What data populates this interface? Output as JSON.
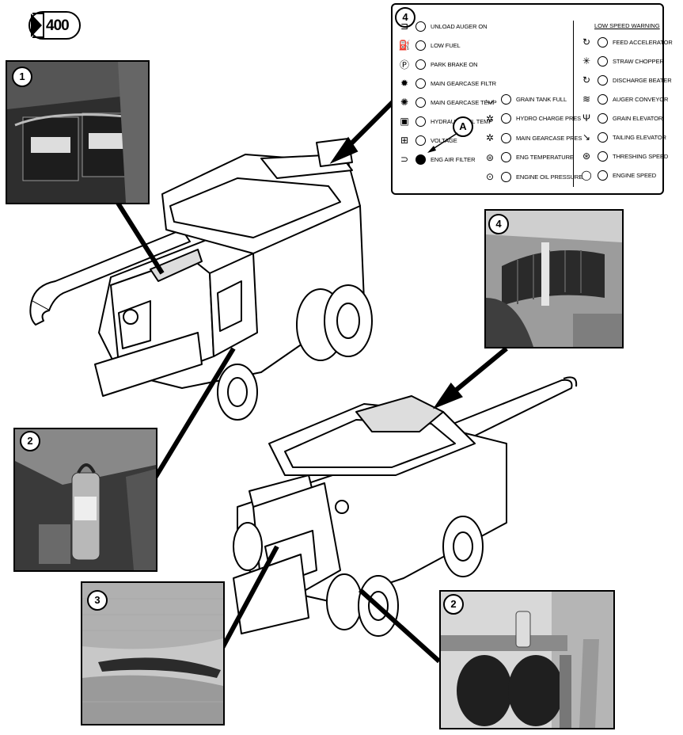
{
  "figure_badge": {
    "number": "400",
    "icon": "combine-hour-badge-icon"
  },
  "callouts": {
    "one": "1",
    "two": "2",
    "three": "3",
    "four": "4",
    "a": "A"
  },
  "panel": {
    "number": "4",
    "header": "LOW SPEED WARNING",
    "left_column": [
      {
        "icon": "unload-auger-icon",
        "label": "UNLOAD AUGER ON",
        "lit": false
      },
      {
        "icon": "fuel-pump-icon",
        "label": "LOW FUEL",
        "lit": false
      },
      {
        "icon": "park-brake-icon",
        "label": "PARK BRAKE ON",
        "lit": false
      },
      {
        "icon": "gearcase-filter-icon",
        "label": "MAIN GEARCASE FILTR",
        "lit": false
      },
      {
        "icon": "gearcase-temp-icon",
        "label": "MAIN GEARCASE TEMP",
        "lit": false
      },
      {
        "icon": "hydraulic-oil-temp-icon",
        "label": "HYDRAULIC OIL TEMP",
        "lit": false
      },
      {
        "icon": "battery-icon",
        "label": "VOLTAGE",
        "lit": false
      },
      {
        "icon": "air-filter-icon",
        "label": "ENG AIR FILTER",
        "lit": true
      }
    ],
    "middle_column": [
      {
        "icon": "grain-tank-icon",
        "label": "GRAIN TANK FULL",
        "lit": false
      },
      {
        "icon": "hydro-charge-icon",
        "label": "HYDRO CHARGE PRES",
        "lit": false
      },
      {
        "icon": "gearcase-pressure-icon",
        "label": "MAIN GEARCASE PRES",
        "lit": false
      },
      {
        "icon": "engine-temp-icon",
        "label": "ENG TEMPERATURE",
        "lit": false
      },
      {
        "icon": "oil-can-icon",
        "label": "ENGINE OIL PRESSURE",
        "lit": false
      }
    ],
    "right_column": [
      {
        "icon": "feed-accelerator-icon",
        "label": "FEED ACCELERATOR",
        "lit": false
      },
      {
        "icon": "straw-chopper-icon",
        "label": "STRAW CHOPPER",
        "lit": false
      },
      {
        "icon": "discharge-beater-icon",
        "label": "DISCHARGE BEATER",
        "lit": false
      },
      {
        "icon": "auger-conveyor-icon",
        "label": "AUGER CONVEYOR",
        "lit": false
      },
      {
        "icon": "grain-elevator-icon",
        "label": "GRAIN ELEVATOR",
        "lit": false
      },
      {
        "icon": "tailing-elevator-icon",
        "label": "TAILING ELEVATOR",
        "lit": false
      },
      {
        "icon": "threshing-speed-icon",
        "label": "THRESHING SPEED",
        "lit": false
      },
      {
        "icon": "engine-speed-icon",
        "label": "ENGINE SPEED",
        "lit": false
      }
    ]
  },
  "colors": {
    "ink": "#000000",
    "photo_dark": "#2e2e2e",
    "photo_mid": "#7a7a7a",
    "photo_light": "#c8c8c8"
  }
}
